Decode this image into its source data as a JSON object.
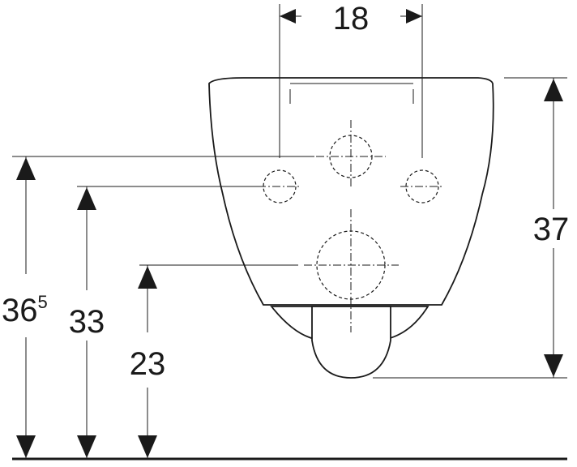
{
  "dimensions": {
    "top_width": "18",
    "right_height": "37",
    "left_outer_main": "36",
    "left_outer_sup": "5",
    "left_mid": "33",
    "left_inner": "23"
  }
}
